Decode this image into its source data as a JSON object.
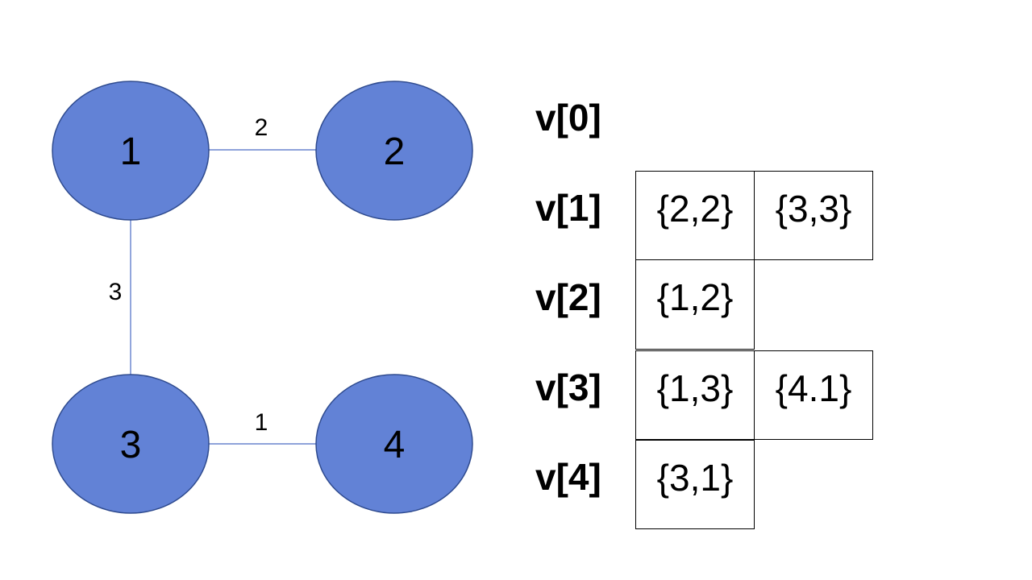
{
  "graph": {
    "node_color": "#6282d6",
    "node_stroke": "#2f4b8f",
    "edge_color": "#4a6bc4",
    "nodes": [
      {
        "id": "1",
        "label": "1"
      },
      {
        "id": "2",
        "label": "2"
      },
      {
        "id": "3",
        "label": "3"
      },
      {
        "id": "4",
        "label": "4"
      }
    ],
    "edges": [
      {
        "from": "1",
        "to": "2",
        "weight": "2"
      },
      {
        "from": "1",
        "to": "3",
        "weight": "3"
      },
      {
        "from": "3",
        "to": "4",
        "weight": "1"
      }
    ]
  },
  "adjacency": {
    "rows": [
      {
        "label": "v[0]",
        "cells": []
      },
      {
        "label": "v[1]",
        "cells": [
          "{2,2}",
          "{3,3}"
        ]
      },
      {
        "label": "v[2]",
        "cells": [
          "{1,2}",
          ""
        ]
      },
      {
        "label": "v[3]",
        "cells": [
          "{1,3}",
          "{4.1}"
        ]
      },
      {
        "label": "v[4]",
        "cells": [
          "{3,1}",
          ""
        ]
      }
    ]
  }
}
